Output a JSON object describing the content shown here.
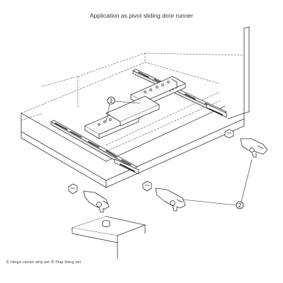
{
  "title": "Application as pivot sliding door runner",
  "callouts": {
    "one": "1",
    "two": "2"
  },
  "caption": "① Hinge carrier strip set ② Flap fixing set"
}
